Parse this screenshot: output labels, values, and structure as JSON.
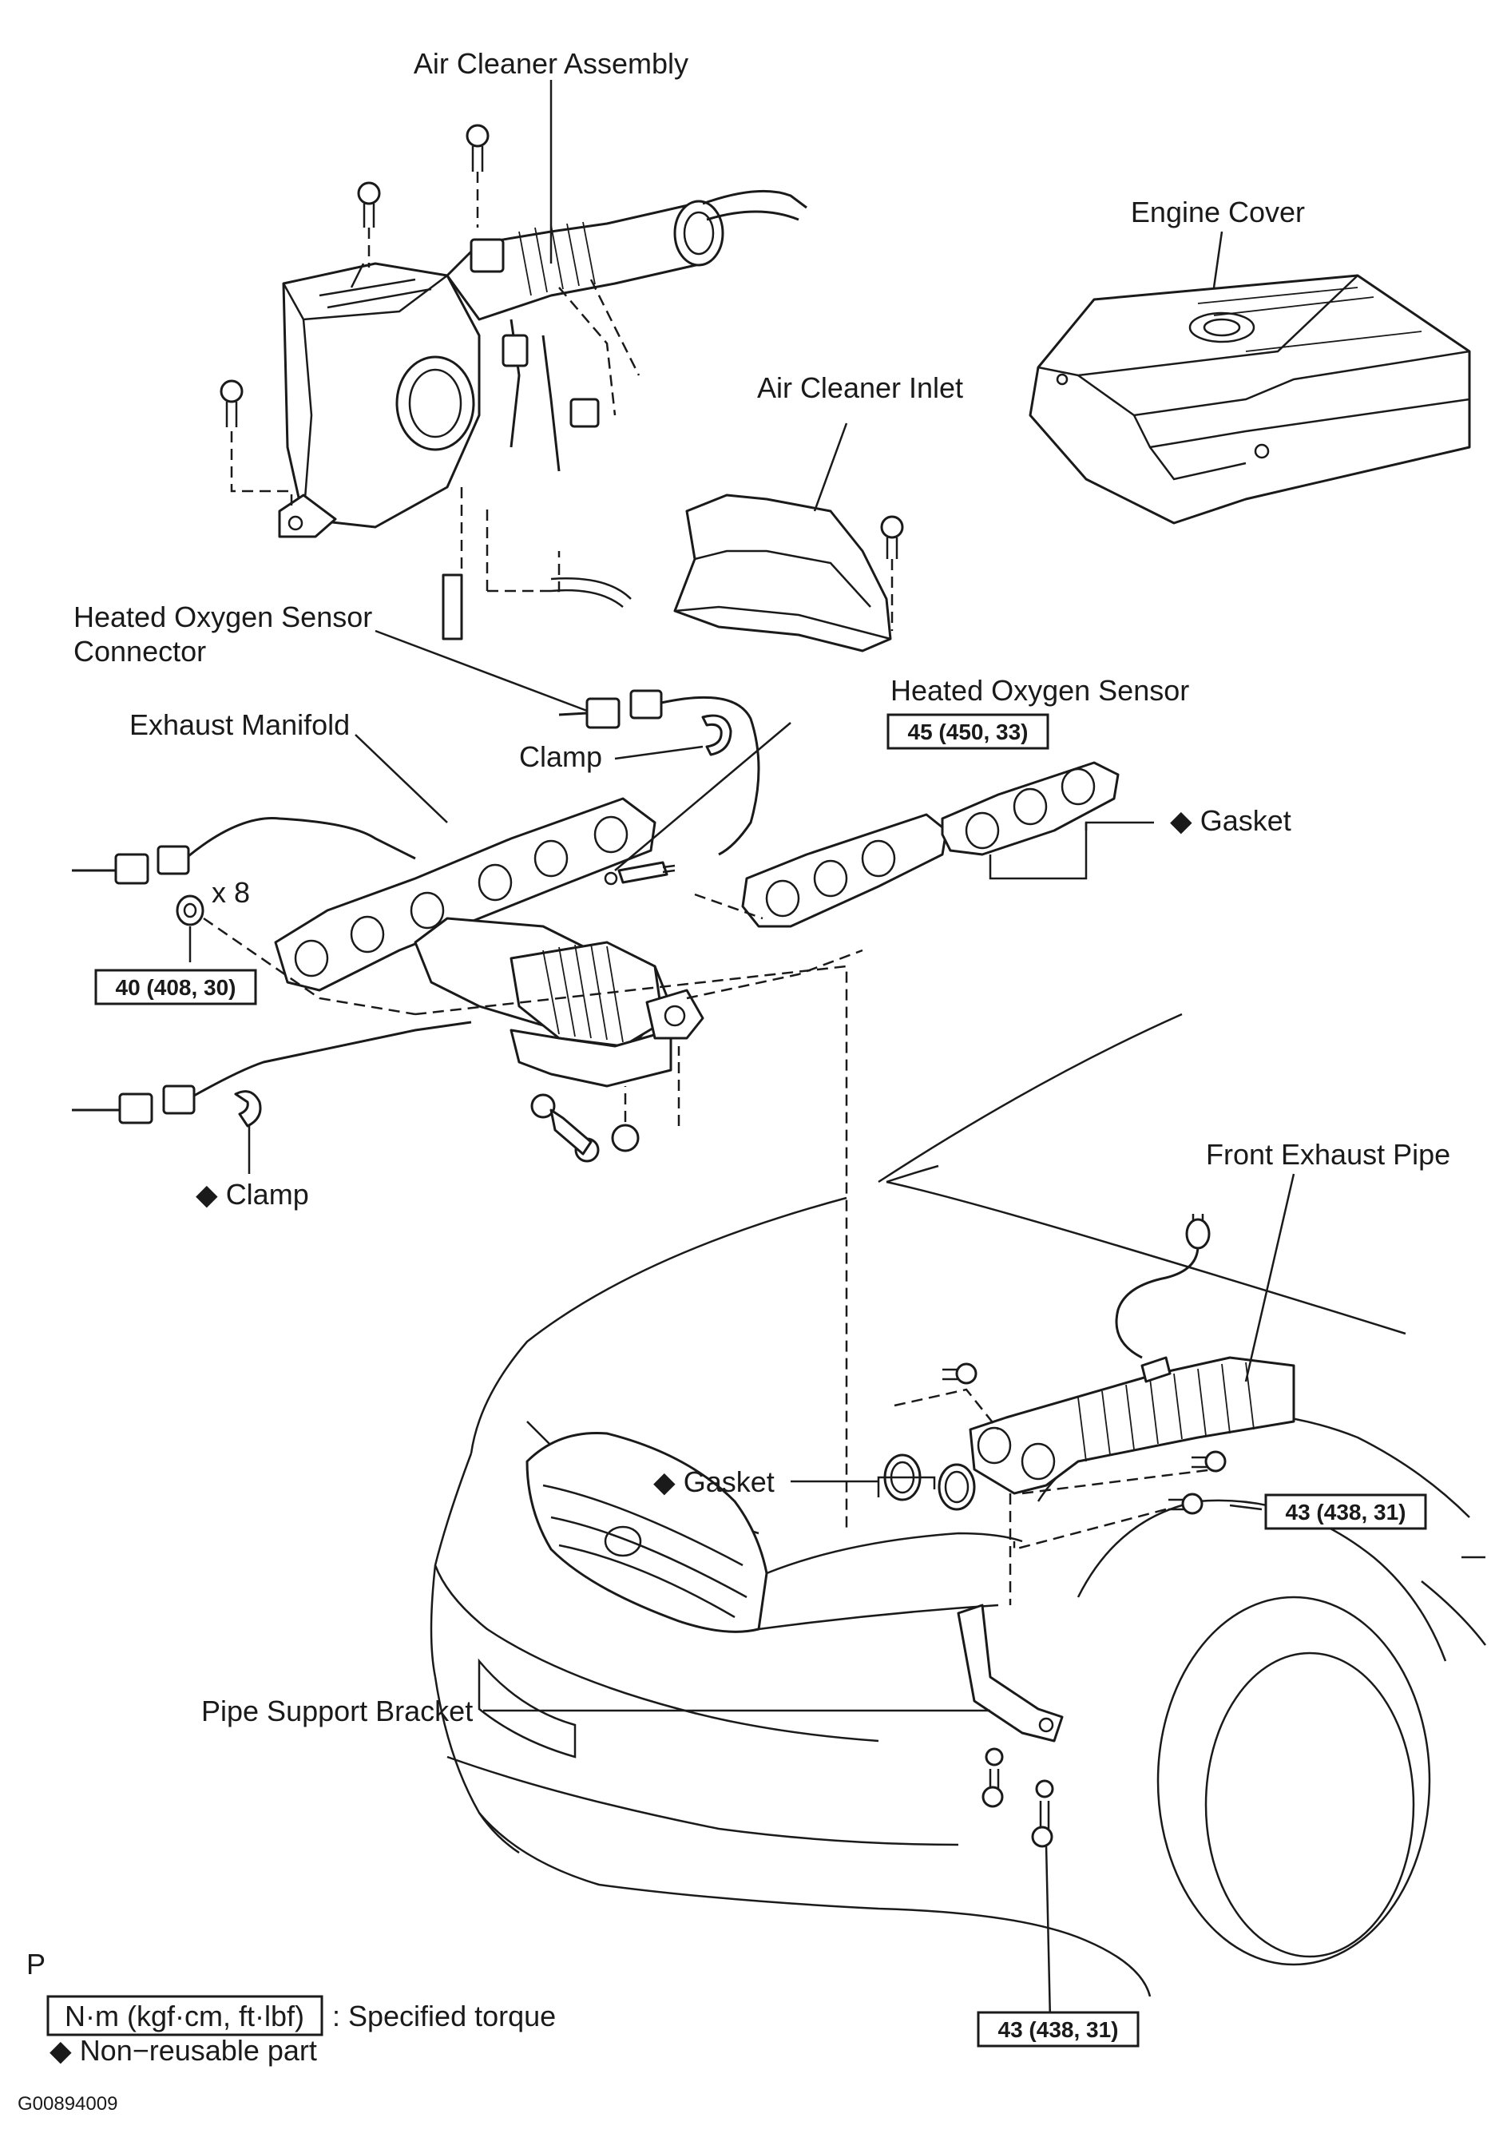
{
  "labels": {
    "air_cleaner_assembly": "Air Cleaner Assembly",
    "engine_cover": "Engine Cover",
    "air_cleaner_inlet": "Air Cleaner Inlet",
    "heated_oxygen_sensor_connector_line1": "Heated Oxygen Sensor",
    "heated_oxygen_sensor_connector_line2": "Connector",
    "heated_oxygen_sensor": "Heated Oxygen Sensor",
    "exhaust_manifold": "Exhaust Manifold",
    "clamp_upper": "Clamp",
    "gasket_upper": "◆ Gasket",
    "x8": "x 8",
    "clamp_lower": "◆ Clamp",
    "front_exhaust_pipe": "Front Exhaust Pipe",
    "gasket_lower": "◆ Gasket",
    "pipe_support_bracket": "Pipe Support Bracket"
  },
  "torques": {
    "oxygen_sensor": "45 (450, 33)",
    "manifold_nut": "40 (408, 30)",
    "front_pipe_bolt": "43 (438, 31)",
    "bracket_bolt": "43 (438, 31)"
  },
  "legend": {
    "p_mark": "P",
    "unit_box": "N·m (kgf·cm, ft·lbf)",
    "unit_desc": ": Specified torque",
    "non_reusable": "◆ Non−reusable part",
    "figure_id": "G00894009"
  }
}
